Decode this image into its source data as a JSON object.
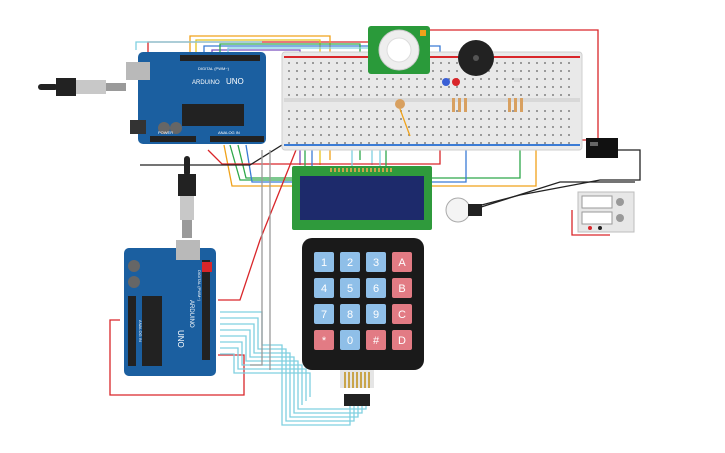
{
  "board_top": {
    "brand": "ARDUINO",
    "model": "UNO",
    "header_digital": "DIGITAL (PWM~)",
    "header_analog": "ANALOG IN",
    "power": "POWER"
  },
  "board_bottom": {
    "brand": "ARDUINO",
    "model": "UNO",
    "header_digital": "DIGITAL (PWM~)",
    "header_analog": "ANALOG IN"
  },
  "keypad": {
    "keys": [
      "1",
      "2",
      "3",
      "A",
      "4",
      "5",
      "6",
      "B",
      "7",
      "8",
      "9",
      "C",
      "*",
      "0",
      "#",
      "D"
    ]
  },
  "colors": {
    "board": "#1b5fa0",
    "keypad_body": "#1a1a1a",
    "key_num": "#8fbfe8",
    "key_letter": "#e27b84",
    "lcd_frame": "#2f9a3c",
    "lcd_screen": "#1d2a6b",
    "pir_board": "#2a9a3a",
    "breadboard": "#e9e9e9",
    "wire_red": "#d9262a",
    "wire_black": "#222222",
    "wire_cyan": "#7fd0e0",
    "wire_green": "#2ea84a"
  },
  "icons": [
    "usb-plug-icon",
    "lightbulb-icon",
    "buzzer-icon",
    "pir-sensor-icon",
    "relay-icon",
    "power-supply-icon",
    "led-icon",
    "potentiometer-icon"
  ]
}
